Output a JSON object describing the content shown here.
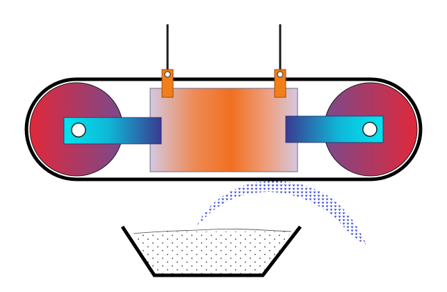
{
  "diagram": {
    "components": [
      "left-pulley",
      "right-pulley",
      "belt",
      "center-block",
      "left-connecting-arm",
      "right-connecting-arm",
      "left-hanger-rod",
      "right-hanger-rod",
      "left-clamp",
      "right-clamp",
      "particle-spray",
      "collection-tray",
      "collected-material"
    ],
    "colors": {
      "pulley_outer": "#e0283a",
      "pulley_inner": "#7a4a8c",
      "block_left": "#d4c8e0",
      "block_center": "#f07020",
      "block_right": "#d4c8e0",
      "arm_light": "#00e5f0",
      "arm_dark": "#3a3a90",
      "clamp": "#f07f1a",
      "belt": "#000000",
      "spray_dots": "#3a48e0",
      "tray_outline": "#000000"
    }
  }
}
